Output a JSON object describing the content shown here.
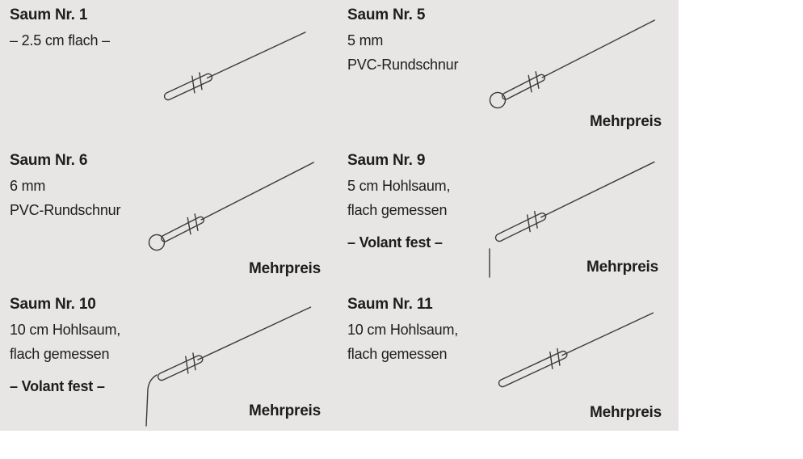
{
  "colors": {
    "page_background": "#ffffff",
    "catalog_background": "#e8e6e4",
    "text": "#1d1d1b",
    "line_art": "#3a3a3a"
  },
  "panels": [
    {
      "title": "Saum Nr. 1",
      "lines": [
        "– 2.5 cm flach –"
      ],
      "note": "",
      "mehrpreis": "",
      "drawing": "flat-hem"
    },
    {
      "title": "Saum Nr. 5",
      "lines": [
        "5 mm",
        "PVC-Rundschnur"
      ],
      "note": "",
      "mehrpreis": "Mehrpreis",
      "drawing": "cord-hem"
    },
    {
      "title": "Saum Nr. 6",
      "lines": [
        "6 mm",
        "PVC-Rundschnur"
      ],
      "note": "",
      "mehrpreis": "Mehrpreis",
      "drawing": "cord-hem"
    },
    {
      "title": "Saum Nr. 9",
      "lines": [
        "5 cm Hohlsaum,",
        "flach gemessen"
      ],
      "note": "– Volant fest –",
      "mehrpreis": "Mehrpreis",
      "drawing": "hollow-hem-volant"
    },
    {
      "title": "Saum Nr. 10",
      "lines": [
        "10 cm Hohlsaum,",
        "flach gemessen"
      ],
      "note": "– Volant fest –",
      "mehrpreis": "Mehrpreis",
      "drawing": "hollow-hem-corner-volant"
    },
    {
      "title": "Saum Nr. 11",
      "lines": [
        "10 cm Hohlsaum,",
        "flach gemessen"
      ],
      "note": "",
      "mehrpreis": "Mehrpreis",
      "drawing": "hollow-hem"
    }
  ]
}
